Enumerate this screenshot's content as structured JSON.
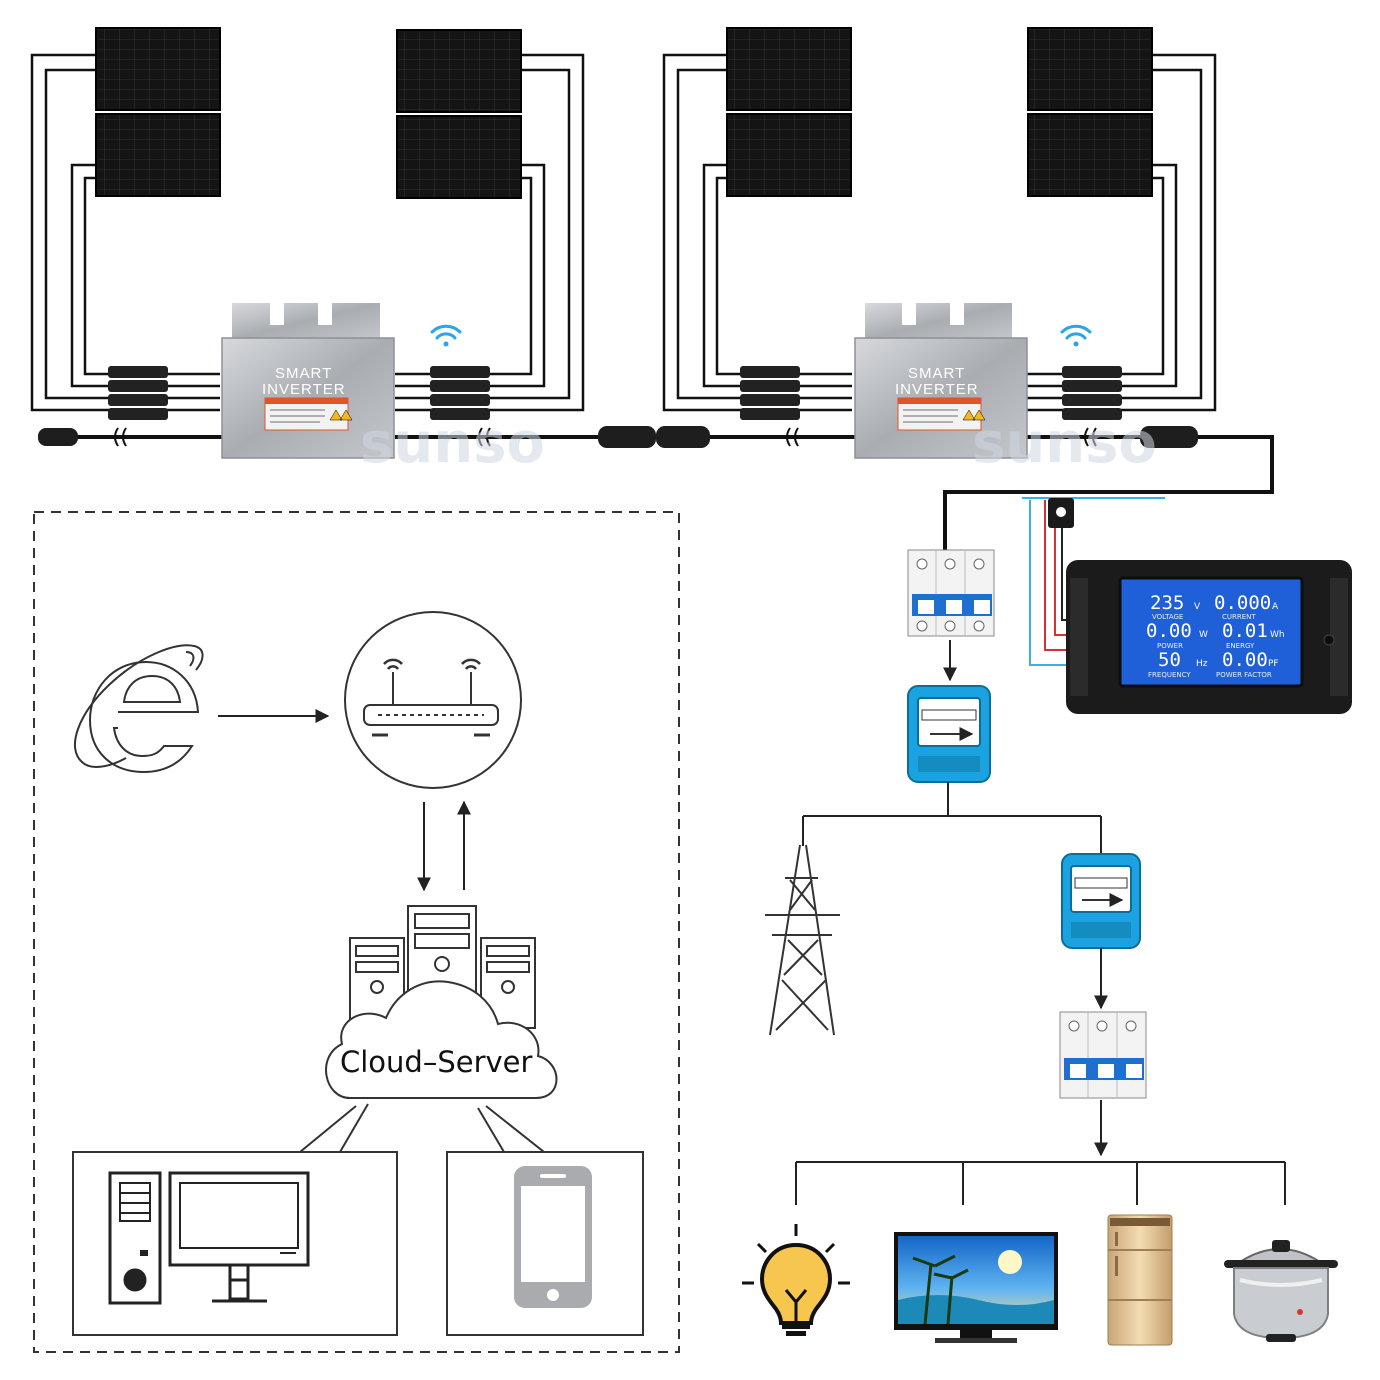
{
  "inverters": [
    {
      "line1": "SMART",
      "line2": "INVERTER"
    },
    {
      "line1": "SMART",
      "line2": "INVERTER"
    }
  ],
  "watermark": "sunso",
  "power_meter": {
    "voltage_value": "235",
    "voltage_unit": "V",
    "voltage_label": "VOLTAGE",
    "current_value": "0.000",
    "current_unit": "A",
    "current_label": "CURRENT",
    "power_value": "0.00",
    "power_unit": "W",
    "power_label": "POWER",
    "energy_value": "0.01",
    "energy_unit": "Wh",
    "energy_label": "ENERGY",
    "frequency_value": "50",
    "frequency_unit": "Hz",
    "frequency_label": "FREQUENCY",
    "pf_value": "0.00",
    "pf_unit": "PF",
    "pf_label": "POWER FACTOR"
  },
  "cloud_label": "Cloud–Server",
  "colors": {
    "panel": "#1a1a1a",
    "inverter": "#b9bcc0",
    "lcd": "#1f5fd8",
    "meter": "#1aa3e0",
    "wire": "#111111"
  },
  "icons": [
    "solar-panel-icon",
    "smart-inverter-icon",
    "wifi-icon",
    "breaker-icon",
    "energy-meter-icon",
    "power-monitor-icon",
    "transmission-tower-icon",
    "internet-explorer-icon",
    "router-icon",
    "server-icon",
    "cloud-icon",
    "desktop-computer-icon",
    "smartphone-icon",
    "light-bulb-icon",
    "television-icon",
    "refrigerator-icon",
    "rice-cooker-icon"
  ]
}
